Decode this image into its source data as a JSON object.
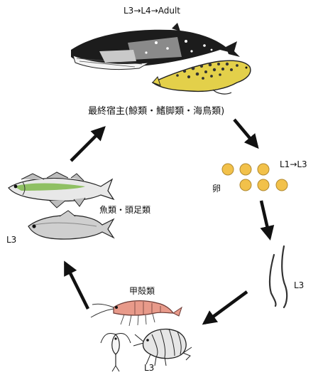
{
  "labels": {
    "top_stage": "L3→L4→Adult",
    "final_host": "最終宿主(鯨類・鰭脚類・海鳥類)",
    "egg_stage": "L1→L3",
    "egg": "卵",
    "free_larva": "L3",
    "crustaceans": "甲殻類",
    "crustacean_larva": "L3",
    "fish": "魚類・頭足類",
    "fish_larva": "L3"
  },
  "colors": {
    "egg_fill": "#f2c14a",
    "seal_fill": "#e3d04a",
    "whale_dark": "#1c1c1c",
    "fish_green": "#8fc063",
    "shrimp_pink": "#e89a8a",
    "arrow": "#111111"
  },
  "icons": [
    "whale-icon",
    "seal-icon",
    "egg-icon",
    "larva-icon",
    "shrimp-icon",
    "copepod-icon",
    "amphipod-icon",
    "fish-icon"
  ]
}
